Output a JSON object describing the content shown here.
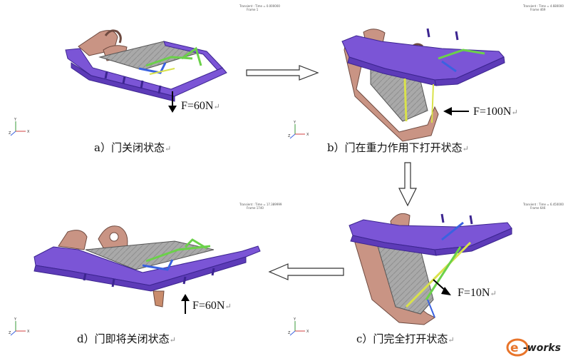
{
  "frames": [
    {
      "time_label": "Transient : Time = 0.000000",
      "frame_label": "Frame 1"
    },
    {
      "time_label": "Transient : Time = 4.680000",
      "frame_label": "Frame 469"
    },
    {
      "time_label": "Transient : Time = 17.389999",
      "frame_label": "Frame 1740"
    },
    {
      "time_label": "Transient : Time = 6.450000",
      "frame_label": "Frame 646"
    }
  ],
  "forces": {
    "a": "F=60N",
    "b": "F=100N",
    "c": "F=10N",
    "d": "F=60N"
  },
  "captions": {
    "a": "a）门关闭状态",
    "b": "b）门在重力作用下打开状态",
    "c": "c）门完全打开状态",
    "d": "d）门即将关闭状态"
  },
  "return_mark": "↵",
  "logo": {
    "text": "e-works",
    "colors": {
      "accent": "#e8742a",
      "text": "#222222"
    }
  },
  "colors": {
    "frame": "#7b55d6",
    "door": "#c99484",
    "plate": "#9a9a9a",
    "link_green": "#6bd14a",
    "link_blue": "#3a62e0",
    "link_yellow": "#d9e24a"
  }
}
